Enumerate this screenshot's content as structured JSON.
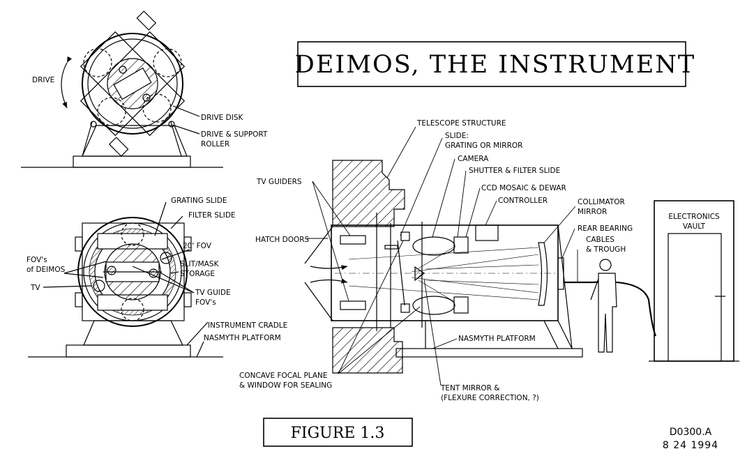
{
  "title": "DEIMOS, THE INSTRUMENT",
  "figure_label": "FIGURE 1.3",
  "doc_id": "D0300.A",
  "doc_date": "8 24 1994",
  "labels": {
    "drive": "DRIVE",
    "drive_disk": "DRIVE DISK",
    "drive_support_1": "DRIVE & SUPPORT",
    "drive_support_2": "ROLLER",
    "grating_slide": "GRATING SLIDE",
    "filter_slide": "FILTER SLIDE",
    "fovs_1": "FOV's",
    "fovs_2": "of DEIMOS",
    "fov20": "20' FOV",
    "tv": "TV",
    "slit_mask_1": "SLIT/MASK",
    "slit_mask_2": "STORAGE",
    "tv_guide_1": "TV GUIDE",
    "tv_guide_2": "FOV's",
    "instrument_cradle": "INSTRUMENT CRADLE",
    "nasmyth_platform_left": "NASMYTH PLATFORM",
    "telescope_structure": "TELESCOPE STRUCTURE",
    "slide_1": "SLIDE:",
    "slide_2": "GRATING OR MIRROR",
    "camera": "CAMERA",
    "shutter": "SHUTTER & FILTER SLIDE",
    "ccd": "CCD MOSAIC & DEWAR",
    "controller": "CONTROLLER",
    "collimator_1": "COLLIMATOR",
    "collimator_2": "MIRROR",
    "electronics_1": "ELECTRONICS",
    "electronics_2": "VAULT",
    "tv_guiders": "TV GUIDERS",
    "hatch_doors": "HATCH DOORS",
    "rear_bearing": "REAR BEARING",
    "cables_1": "CABLES",
    "cables_2": "& TROUGH",
    "nasmyth_platform_right": "NASMYTH PLATFORM",
    "concave_1": "CONCAVE FOCAL PLANE",
    "concave_2": "& WINDOW FOR SEALING",
    "tent_1": "TENT MIRROR &",
    "tent_2": "(FLEXURE CORRECTION, ?)"
  }
}
